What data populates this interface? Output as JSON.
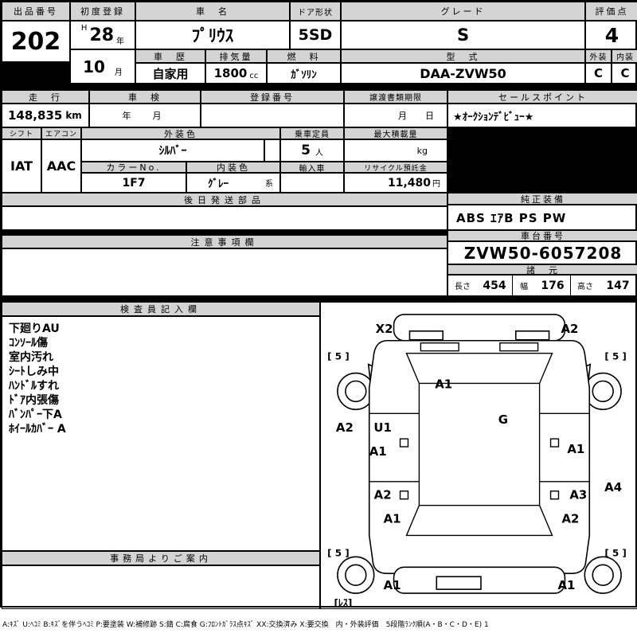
{
  "colors": {
    "header_bg": "#d4d4d4",
    "border": "#000000"
  },
  "top": {
    "exhibit": {
      "label": "出品番号",
      "value": "202"
    },
    "first_reg": {
      "label": "初度登録",
      "era": "H",
      "year": "28",
      "year_unit": "年",
      "month": "10",
      "month_unit": "月"
    },
    "car_name": {
      "label": "車　名",
      "value": "ﾌﾟﾘｳｽ"
    },
    "doors": {
      "label": "ドア形状",
      "value": "5SD"
    },
    "grade": {
      "label": "グレード",
      "value": "S"
    },
    "score": {
      "label": "評価点",
      "value": "4"
    },
    "history": {
      "label": "車　歴",
      "value": "自家用"
    },
    "displacement": {
      "label": "排気量",
      "value": "1800",
      "unit": "cc"
    },
    "fuel": {
      "label": "燃　料",
      "value": "ｶﾞｿﾘﾝ"
    },
    "model": {
      "label": "型　式",
      "value": "DAA-ZVW50"
    },
    "exterior": {
      "label": "外装",
      "value": "C"
    },
    "interior": {
      "label": "内装",
      "value": "C"
    }
  },
  "row3": {
    "mileage": {
      "label": "走　行",
      "value": "148,835",
      "unit": "km"
    },
    "shaken": {
      "label": "車　検",
      "value": "年　月"
    },
    "registration": {
      "label": "登録番号",
      "value": ""
    },
    "transfer": {
      "label": "譲渡書類期限",
      "value": "月　日"
    },
    "sales_point": {
      "label": "セールスポイント",
      "value": "★ｵｰｸｼｮﾝﾃﾞﾋﾞｭｰ★"
    }
  },
  "row4": {
    "shift": {
      "label": "シフト",
      "value": "IAT"
    },
    "aircon": {
      "label": "エアコン",
      "value": "AAC"
    },
    "exterior_color": {
      "label": "外装色",
      "value": "ｼﾙﾊﾞｰ"
    },
    "capacity": {
      "label": "乗車定員",
      "value": "5",
      "unit": "人"
    },
    "max_load": {
      "label": "最大積載量",
      "unit": "kg"
    },
    "color_no": {
      "label": "カラーNo.",
      "value": "1F7"
    },
    "interior_color": {
      "label": "内装色",
      "value": "ｸﾞﾚｰ",
      "suffix": "系"
    },
    "import_car": {
      "label": "輸入車",
      "value": ""
    },
    "recycle": {
      "label": "リサイクル預託金",
      "value": "11,480",
      "unit": "円"
    }
  },
  "sections": {
    "later_parts": {
      "label": "後日発送部品"
    },
    "equipment": {
      "label": "純正装備",
      "value": "ABS ｴｱB PS PW"
    },
    "caution": {
      "label": "注意事項欄"
    },
    "chassis": {
      "label": "車台番号",
      "value": "ZVW50-6057208"
    },
    "spec": {
      "label": "諸　元",
      "length_label": "長さ",
      "length": "454",
      "width_label": "幅",
      "width": "176",
      "height_label": "高さ",
      "height": "147"
    },
    "inspector": {
      "label": "検査員記入欄",
      "notes": [
        "下廻りAU",
        "ｺﾝｿｰﾙ傷",
        "室内汚れ",
        "ｼｰﾄしみ中",
        "ﾊﾝﾄﾞﾙすれ",
        "ﾄﾞｱ内張傷",
        "ﾊﾞﾝﾊﾟｰ下A",
        "ﾎｲｰﾙｶﾊﾞｰ A"
      ]
    },
    "office": {
      "label": "事務局よりご案内"
    }
  },
  "diagram": {
    "front_left": "X2",
    "front_right": "A2",
    "wheel_front_left": "[ 5 ]",
    "wheel_front_right": "[ 5 ]",
    "wheel_rear_left": "[ 5 ]",
    "wheel_rear_right": "[ 5 ]",
    "windshield": "A1",
    "left_sill": "A2",
    "left_front_door_upper": "U1",
    "left_front_door": "A1",
    "roof": "G",
    "right_front_door": "A1",
    "left_rear_door": "A2",
    "right_quarter": "A3",
    "right_edge": "A4",
    "left_rear": "A1",
    "right_rear": "A2",
    "rear_left": "A1",
    "rear_right": "A1",
    "spare": "[ﾚｽ]"
  },
  "legend": "A:ｷｽﾞ U:ﾍｺﾐ B:ｷｽﾞを伴うﾍｺﾐ P:要塗装 W:補修跡 S:錆 C:腐食 G:ﾌﾛﾝﾄｶﾞﾗｽ点ｷｽﾞ XX:交換済み X:要交換　内・外装評価　5段階ﾗﾝｸ順(A・B・C・D・E) 1"
}
